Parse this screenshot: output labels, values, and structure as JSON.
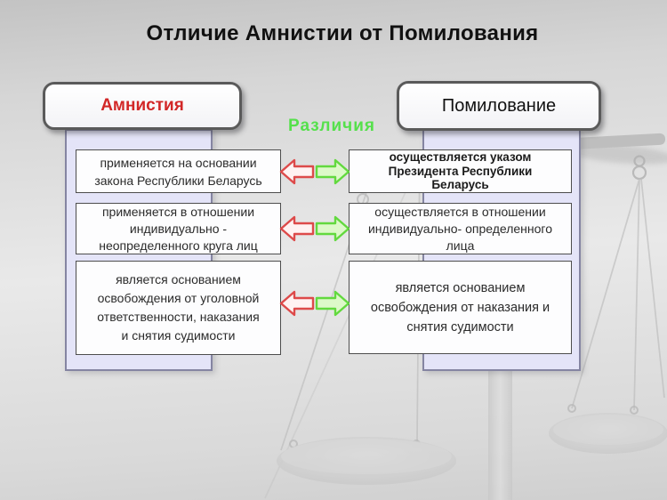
{
  "title": "Отличие Амнистии от Помилования",
  "center_label": "Различия",
  "columns": {
    "left": {
      "header": "Амнистия",
      "rows": [
        {
          "text": "применяется на основании\nзакона Республики Беларусь"
        },
        {
          "text": "применяется в отношении\nиндивидуально -\nнеопределенного круга лиц"
        },
        {
          "text": "является основанием\nосвобождения от уголовной\nответственности, наказания\nи снятия судимости"
        }
      ]
    },
    "right": {
      "header": "Помилование",
      "rows": [
        {
          "text": "осуществляется указом\nПрезидента Республики\nБеларусь"
        },
        {
          "text": "осуществляется в отношении\nиндивидуально- определенного\nлица"
        },
        {
          "text": "является основанием\nосвобождения от наказания и\nснятия судимости"
        }
      ]
    }
  },
  "icons": {
    "left_arrow": "arrow-left-red-icon",
    "right_arrow": "arrow-right-green-icon",
    "watermark": "scales-of-justice-watermark"
  },
  "colors": {
    "title_text": "#111111",
    "amnesty_text": "#d22727",
    "pardon_text": "#111111",
    "differences_text": "#55e04b",
    "panel_fill": "#e4e4f8",
    "panel_border": "#8585a2",
    "box_border": "#4d4d4d",
    "header_border": "#5a5a5a",
    "arrow_red_stroke": "#dd4a4a",
    "arrow_red_fill": "#fff2f2",
    "arrow_green_stroke": "#62d93e",
    "arrow_green_fill": "#ddf9c9",
    "background_top": "#c3c3c3",
    "background_mid": "#e9e9e9",
    "watermark_gray": "#bcbcbc"
  }
}
